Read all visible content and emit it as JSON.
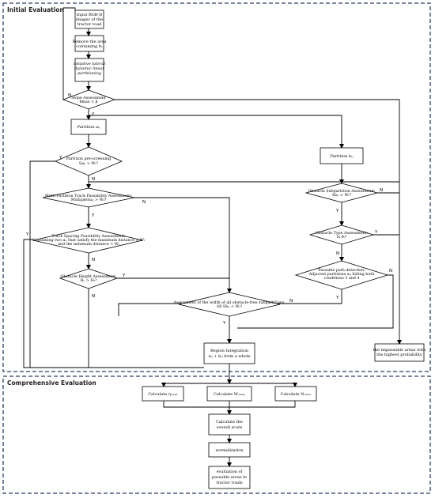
{
  "sections": {
    "initial": "Initial Evaluation",
    "comprehensive": "Comprehensive Evaluation"
  },
  "nodes": {
    "input": [
      "Input RGB-D",
      "images of the",
      "tractor road"
    ],
    "remove": [
      "Remove the area",
      "containing θₑ"
    ],
    "adaptive": [
      "adaptive lateral",
      "dynamic linear",
      "partitioning"
    ],
    "slope": [
      "Slope Assessment",
      "θmax < β"
    ],
    "partition_a": [
      "Partition aᵢⱼ"
    ],
    "prescreen": [
      "Partition pre-screening",
      "Saᵢⱼ > Wₜ?"
    ],
    "partition_b": [
      "Partition bᵢⱼ"
    ],
    "multi": [
      "Multi-Partition Track Passability Assessment:",
      "MultipleSaᵢⱼ > Wₜ?"
    ],
    "spacing": [
      "Track Spacing Feasibility Assessment:",
      "Containing two aᵢⱼ that satisfy the maximum distance > Wₜ",
      "and the minimum distance < Wₜ"
    ],
    "height": [
      "Obstacle Height Assessment:",
      "Hₒ > Hₜ?"
    ],
    "obsub": [
      "Obstacle Subpartition Assessment:",
      "Sbᵢⱼ > Wₜ?"
    ],
    "obtype": [
      "Obstacle Type Assessment:",
      "Is θₜ?"
    ],
    "passable": [
      "Passable path detection:",
      "Adjacent partitions aᵢⱼ failing both",
      "conditions 3 and 4"
    ],
    "width": [
      "Assessment of the width of all obstacle-free subpartitions:",
      "All Sbᵢⱼ < Wₜ?"
    ],
    "region": [
      "Region Integration",
      "aᵢⱼ + bᵢⱼ form a whole"
    ],
    "impossible": [
      "the impassable areas with",
      "the highest probability"
    ],
    "calc1": [
      "Calculate ηₒₘₐₓ"
    ],
    "calc2": [
      "Calculate Wₒₘₐₓ"
    ],
    "calc3": [
      "Calculate Nₒₘₐₓ"
    ],
    "overall": [
      "Calculate the",
      "overall score"
    ],
    "norm": [
      "normalization"
    ],
    "evaluation": [
      "evaluation of",
      "passable areas in",
      "tractor roads"
    ]
  },
  "labels": {
    "yes": "Y",
    "no": "N"
  }
}
